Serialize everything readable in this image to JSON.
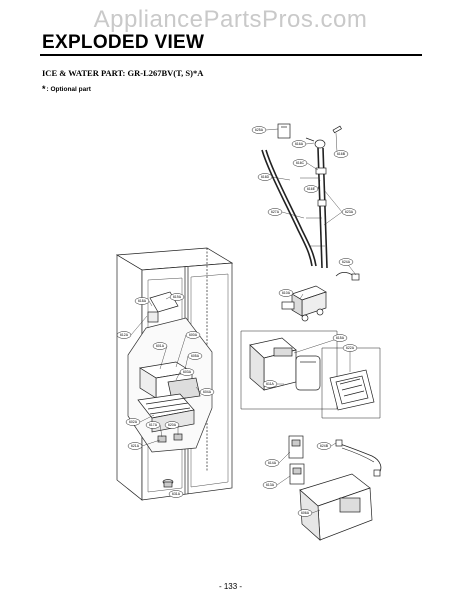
{
  "watermark": "AppliancePartsPros.com",
  "title": "EXPLODED VIEW",
  "subtitle": "ICE & WATER PART: GR-L267BV(T, S)*A",
  "note_symbol": "*",
  "note_text": ": Optional part",
  "page_number": "- 133 -",
  "callouts": {
    "c1": "625A",
    "c2": "616A",
    "c3": "616B",
    "c4": "616C",
    "c5": "616D",
    "c6": "616E",
    "c7": "627A",
    "c8": "623A",
    "c9": "624A",
    "c10": "610A",
    "c11": "618A",
    "c12": "619A",
    "c13": "612A",
    "c14": "600A",
    "c15": "601A",
    "c16": "605A",
    "c17": "603A",
    "c18": "604A",
    "c19": "602A",
    "c20": "617A",
    "c21": "620A",
    "c22": "621A",
    "c23": "631A",
    "c24": "611A",
    "c25": "614A",
    "c26": "613A",
    "c27": "606A",
    "c28": "624B",
    "c29": "615A",
    "c30": "622A"
  }
}
